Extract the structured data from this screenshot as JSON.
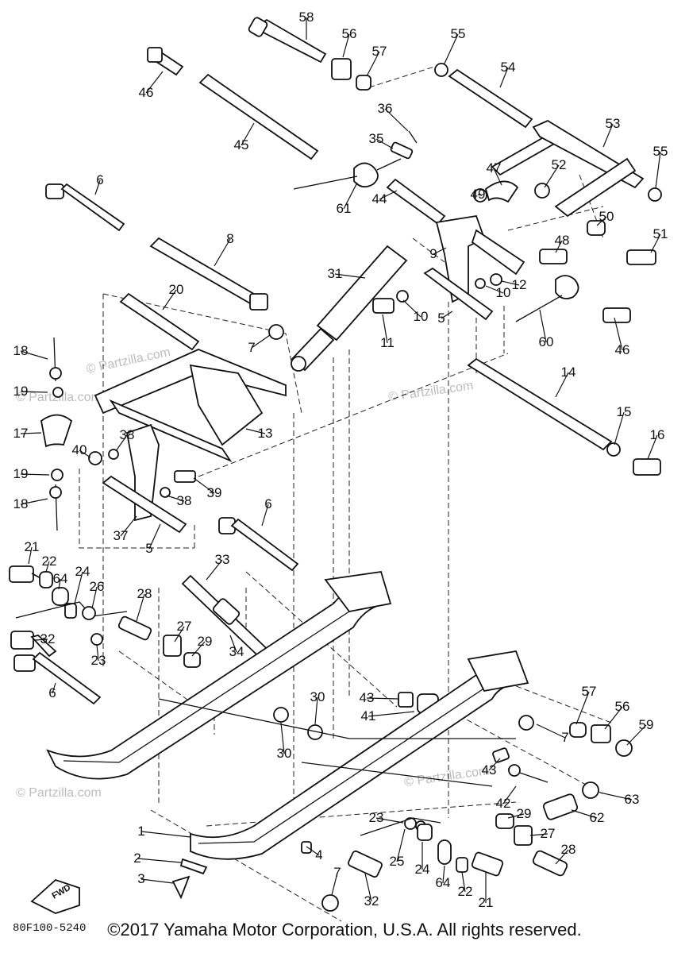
{
  "diagram": {
    "callouts": [
      "58",
      "56",
      "55",
      "57",
      "54",
      "46",
      "36",
      "45",
      "35",
      "53",
      "47",
      "52",
      "55",
      "61",
      "49",
      "6",
      "44",
      "50",
      "51",
      "8",
      "9",
      "48",
      "31",
      "12",
      "10",
      "20",
      "10",
      "5",
      "46",
      "11",
      "60",
      "7",
      "14",
      "18",
      "15",
      "16",
      "19",
      "17",
      "13",
      "38",
      "40",
      "19",
      "39",
      "38",
      "18",
      "6",
      "37",
      "5",
      "21",
      "22",
      "64",
      "24",
      "33",
      "26",
      "28",
      "27",
      "32",
      "29",
      "23",
      "34",
      "6",
      "30",
      "43",
      "57",
      "56",
      "59",
      "41",
      "7",
      "30",
      "43",
      "42",
      "63",
      "29",
      "62",
      "1",
      "23",
      "27",
      "28",
      "2",
      "4",
      "25",
      "24",
      "7",
      "3",
      "64",
      "22",
      "21",
      "32"
    ],
    "diagram_code": "80F100-5240",
    "fwd_label": "FWD",
    "watermarks": [
      "© Partzilla.com",
      "© Partzilla.com",
      "© Partzilla.com",
      "© Partzilla.com",
      "© Partzilla.com"
    ]
  },
  "footer": {
    "copyright": "©2017 Yamaha Motor Corporation, U.S.A. All rights reserved."
  }
}
